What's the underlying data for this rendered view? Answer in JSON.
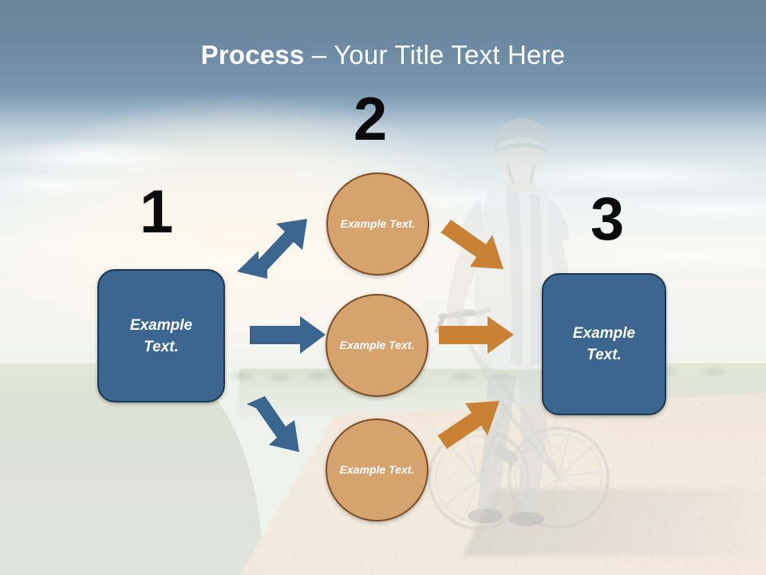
{
  "slide": {
    "title_strong": "Process",
    "title_separator": " – ",
    "title_light": "Your Title Text Here",
    "background_description": "cyclist-standing-with-bicycle-on-gravel-path-photo",
    "colors": {
      "banner_blue": "#2c5070",
      "box_blue": "#3a6690",
      "box_blue_border": "#1d3850",
      "circle_tan": "#d6a26d",
      "circle_tan_border": "#7b4f27",
      "arrow_blue": "#3a6690",
      "arrow_orange": "#c98233",
      "number_black": "#0b0b0b",
      "title_white": "#ffffff"
    }
  },
  "steps": [
    {
      "number": "1",
      "shape": "rounded-rectangle",
      "label_line1": "Example",
      "label_line2": "Text."
    },
    {
      "number": "2",
      "shape": "circle",
      "label_line1": "Example",
      "label_line2": "Text."
    },
    {
      "number": "3",
      "shape": "rounded-rectangle",
      "label_line1": "Example",
      "label_line2": "Text."
    }
  ],
  "nodes": {
    "start_box": {
      "line1": "Example",
      "line2": "Text."
    },
    "circle_top": {
      "line1": "Example",
      "line2": "Text."
    },
    "circle_mid": {
      "line1": "Example",
      "line2": "Text."
    },
    "circle_bottom": {
      "line1": "Example",
      "line2": "Text."
    },
    "end_box": {
      "line1": "Example",
      "line2": "Text."
    }
  },
  "arrows": [
    {
      "name": "start-to-top-circle",
      "color": "#3a6690",
      "direction": "up-right"
    },
    {
      "name": "start-to-mid-circle",
      "color": "#3a6690",
      "direction": "right"
    },
    {
      "name": "start-to-bottom-circle",
      "color": "#3a6690",
      "direction": "down-right"
    },
    {
      "name": "top-circle-to-end",
      "color": "#c98233",
      "direction": "down-right"
    },
    {
      "name": "mid-circle-to-end",
      "color": "#c98233",
      "direction": "right"
    },
    {
      "name": "bottom-circle-to-end",
      "color": "#c98233",
      "direction": "up-right"
    }
  ]
}
